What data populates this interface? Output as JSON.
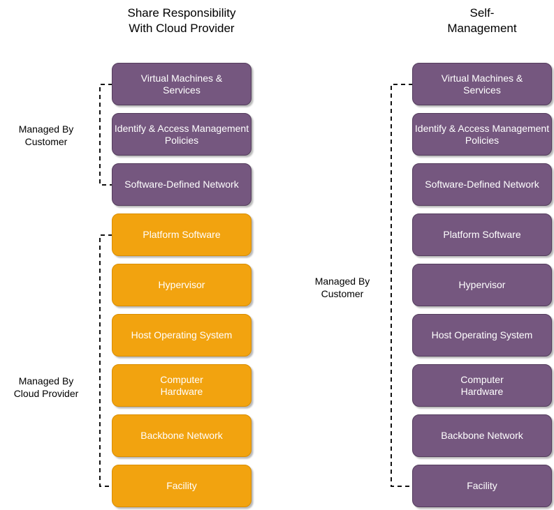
{
  "colors": {
    "purple_fill": "#75577f",
    "purple_border": "#533c5c",
    "orange_fill": "#f2a30f",
    "orange_border": "#d98d00",
    "line_color": "#111111",
    "text_on_box": "#ffffff"
  },
  "left": {
    "title": "Share Responsibility\nWith Cloud Provider",
    "boxes": [
      "Virtual Machines &\nServices",
      "Identify & Access Management\nPolicies",
      "Software-Defined Network",
      "Platform Software",
      "Hypervisor",
      "Host Operating System",
      "Computer\nHardware",
      "Backbone Network",
      "Facility"
    ],
    "bracket_labels": [
      "Managed By\nCustomer",
      "Managed By\nCloud Provider"
    ]
  },
  "right": {
    "title": "Self-\nManagement",
    "boxes": [
      "Virtual Machines &\nServices",
      "Identify & Access Management\nPolicies",
      "Software-Defined Network",
      "Platform Software",
      "Hypervisor",
      "Host Operating System",
      "Computer\nHardware",
      "Backbone Network",
      "Facility"
    ],
    "bracket_labels": [
      "Managed By\nCustomer"
    ]
  }
}
